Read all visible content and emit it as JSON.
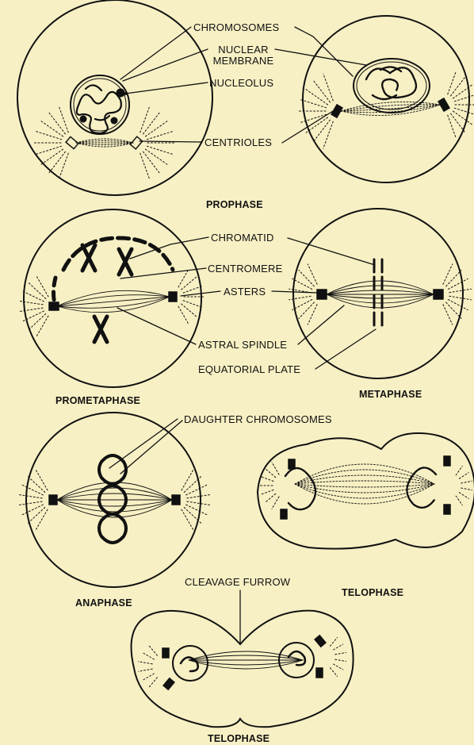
{
  "colors": {
    "background": "#f7f0c4",
    "ink": "#111111"
  },
  "labels": {
    "chromosomes": "CHROMOSOMES",
    "nuclear_membrane_1": "NUCLEAR",
    "nuclear_membrane_2": "MEMBRANE",
    "nucleolus": "NUCLEOLUS",
    "centrioles": "CENTRIOLES",
    "chromatid": "CHROMATID",
    "centromere": "CENTROMERE",
    "asters": "ASTERS",
    "astral_spindle": "ASTRAL SPINDLE",
    "equatorial_plate": "EQUATORIAL PLATE",
    "daughter_chromosomes": "DAUGHTER CHROMOSOMES",
    "cleavage_furrow": "CLEAVAGE FURROW"
  },
  "phases": {
    "prophase": "PROPHASE",
    "prometaphase": "PROMETAPHASE",
    "metaphase": "METAPHASE",
    "anaphase": "ANAPHASE",
    "telophase_upper": "TELOPHASE",
    "telophase_lower": "TELOPHASE"
  }
}
